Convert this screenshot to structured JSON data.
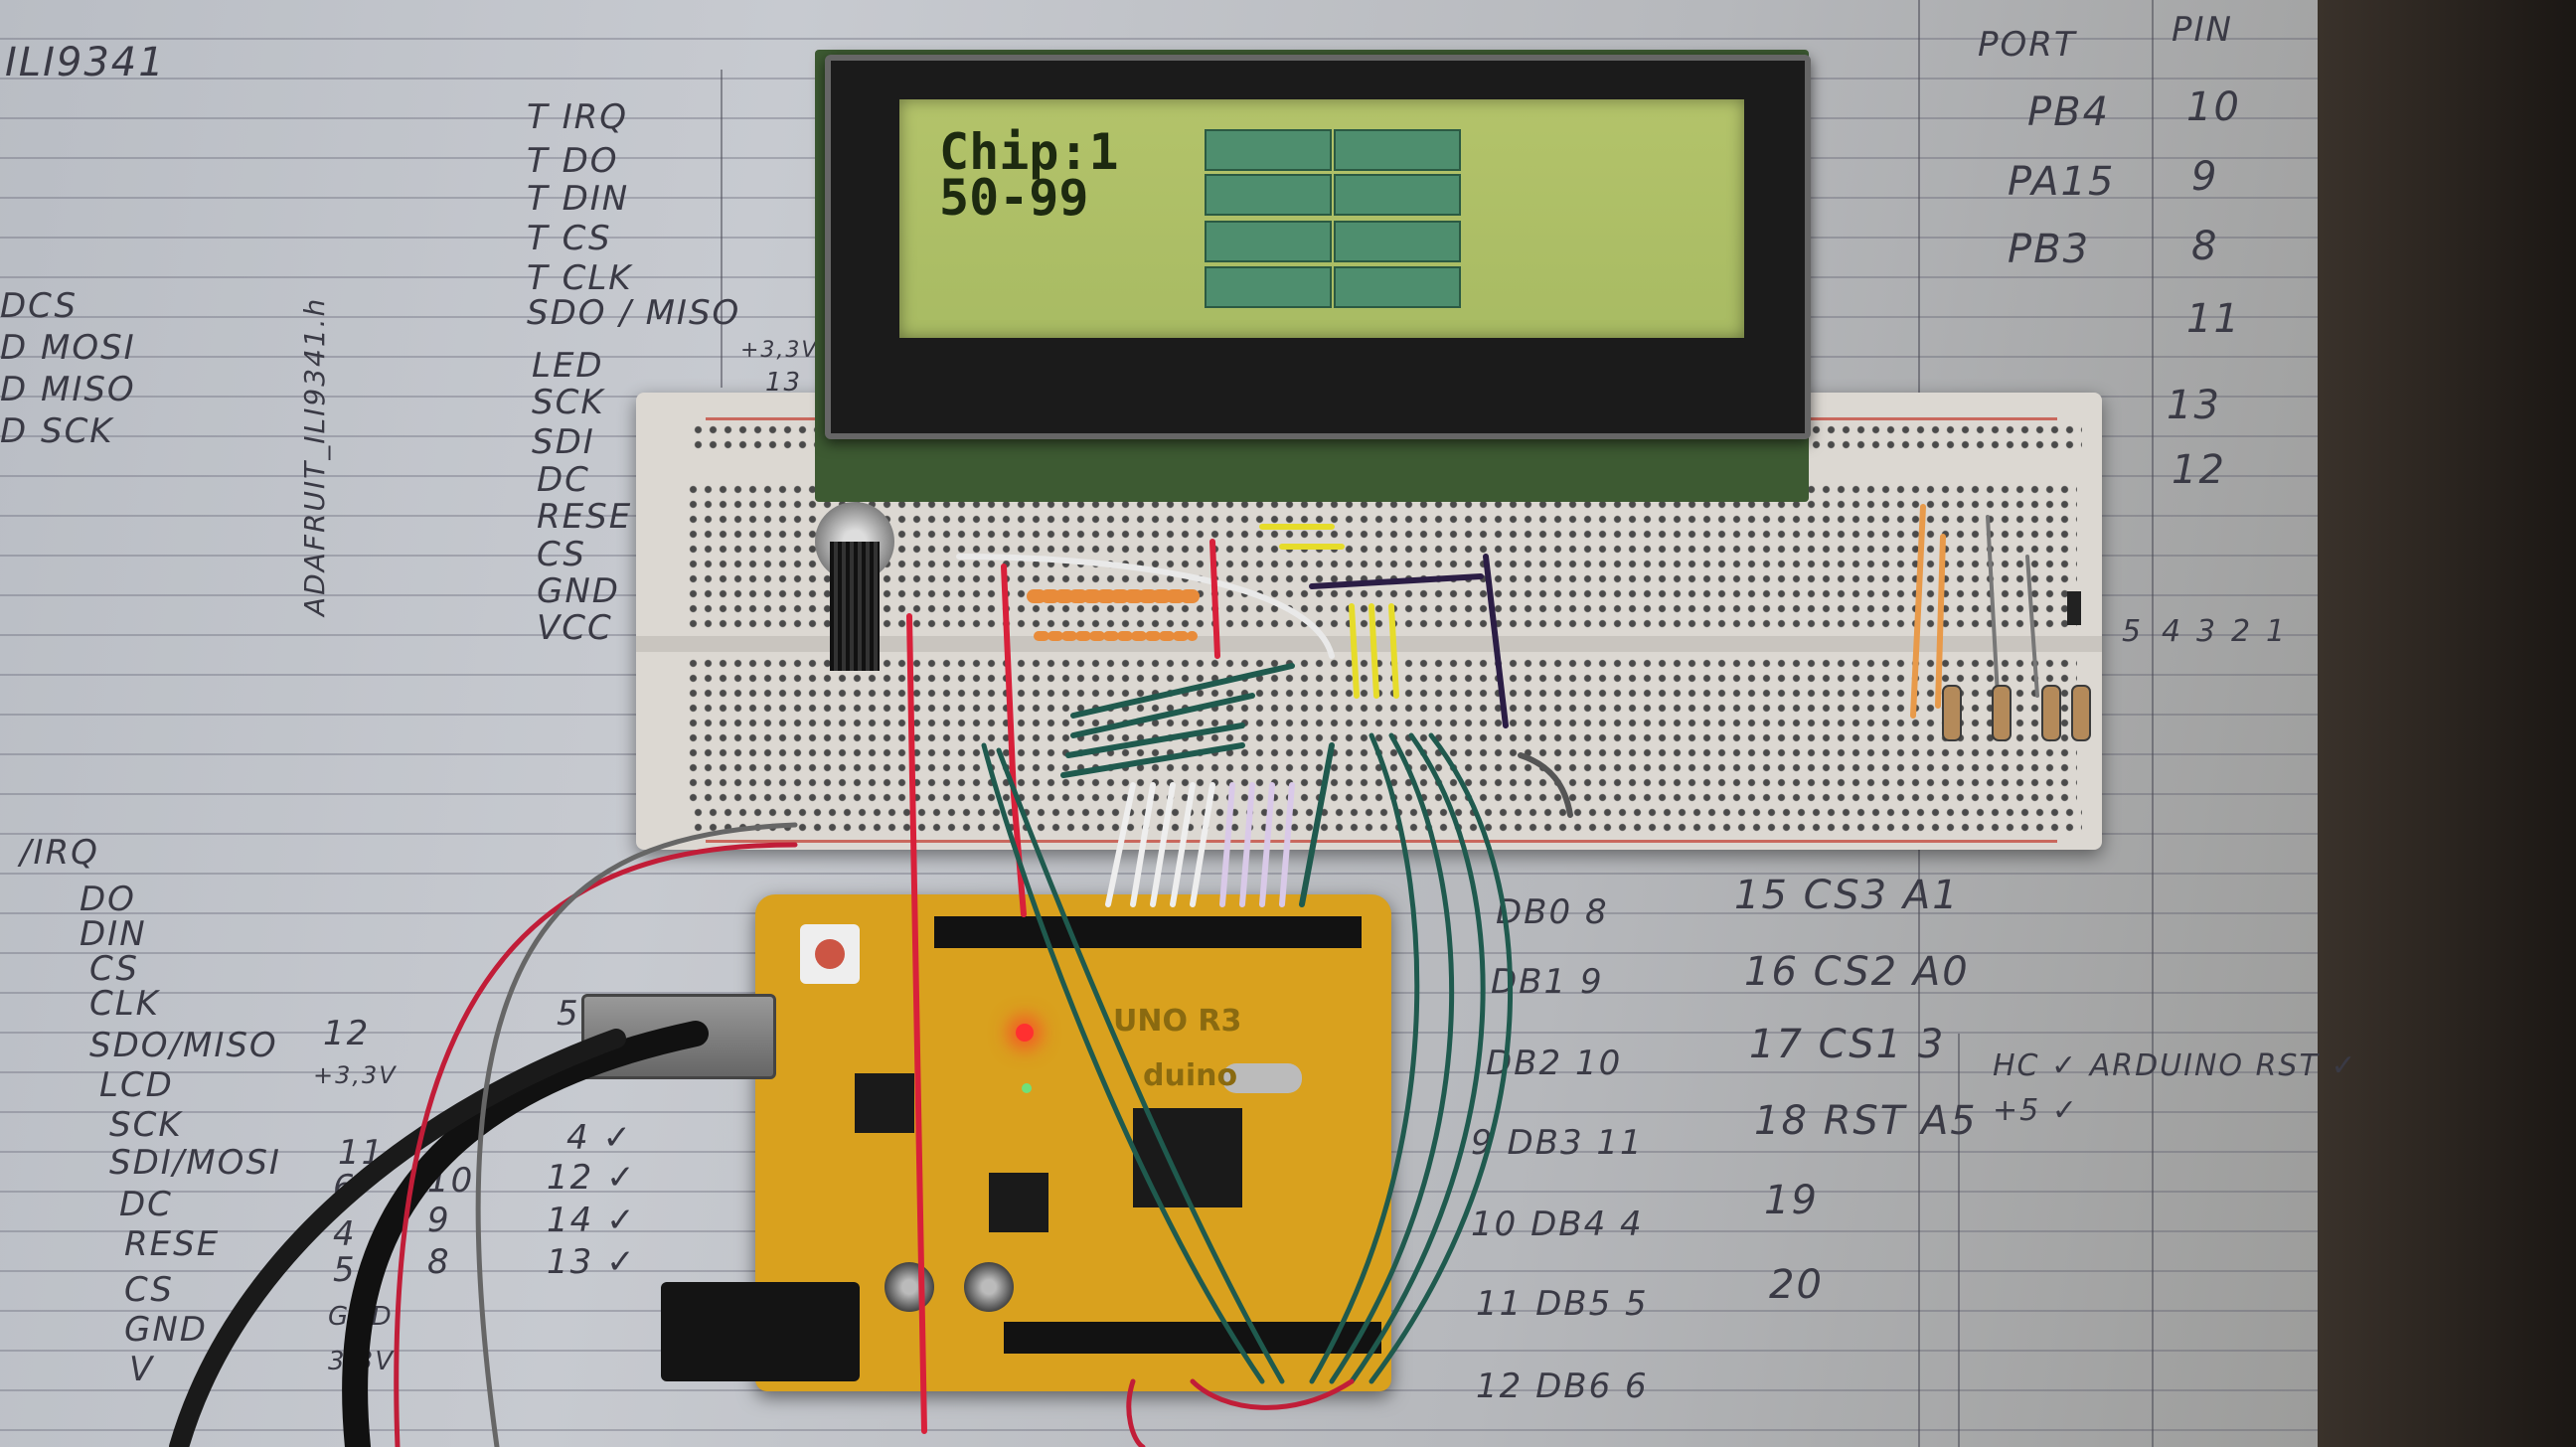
{
  "lcd": {
    "line1": "Chip:1",
    "line2": "50-99",
    "backlight_color": "#b3c36a",
    "text_color": "#1d2a10"
  },
  "notes": {
    "title": "ILI9341",
    "library": "ADAFRUIT_ILI9341.h",
    "left_pins": [
      "DCS",
      "D MOSI",
      "D MISO",
      "D SCK"
    ],
    "tft_pins": [
      "T IRQ",
      "T DO",
      "T DIN",
      "T CS",
      "T CLK",
      "SDO / MISO",
      "LED",
      "SCK",
      "SDI",
      "DC",
      "RESE",
      "CS",
      "GND",
      "VCC"
    ],
    "lower_pins": [
      "/IRQ",
      "DO",
      "DIN",
      "CS",
      "CLK",
      "SDO/MISO",
      "LCD",
      "SCK",
      "SDI/MOSI",
      "DC",
      "RESE",
      "CS",
      "GND",
      "V"
    ],
    "lower_numbers": [
      "12",
      "+3,3V",
      "11",
      "6",
      "4",
      "5",
      "GND",
      "3,3V"
    ],
    "lower_mid_numbers": [
      "10",
      "9",
      "8"
    ],
    "checks": [
      "4 ✓",
      "12 ✓",
      "14 ✓",
      "13 ✓"
    ],
    "lower_misc": [
      "5",
      "+3,3V",
      "13"
    ],
    "right_header": [
      "PORT",
      "PIN"
    ],
    "right_ports": [
      "PB4",
      "PA15",
      "PB3"
    ],
    "right_pins": [
      "10",
      "9",
      "8",
      "11",
      "13",
      "12"
    ],
    "right_db": [
      "DB0 8",
      "DB1 9",
      "DB2 10",
      "9 DB3 11",
      "10 DB4 4",
      "11 DB5 5",
      "12 DB6 6"
    ],
    "right_cs": [
      "15 CS3 A1",
      "16 CS2 A0",
      "17 CS1 3",
      "18 RST A5",
      "19",
      "20"
    ],
    "right_extra": [
      "HC ✓ ARDUINO RST ✓",
      "+5 ✓"
    ],
    "column_numbers": [
      "5",
      "4",
      "3",
      "2",
      "1"
    ]
  },
  "board_labels": {
    "arduino": "UNO R3",
    "brand": "duino"
  }
}
